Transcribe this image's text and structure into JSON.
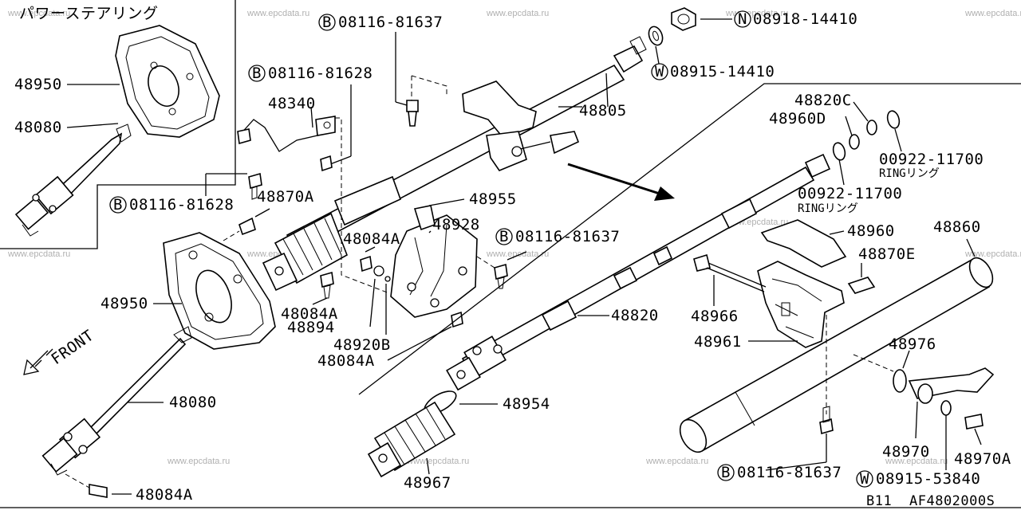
{
  "watermark": "www.epcdata.ru",
  "inset_title": "パワーステアリング",
  "front_label": "FRONT",
  "footer": {
    "model": "B11",
    "code": "AF4802000S"
  },
  "callouts": {
    "c48950_top": "48950",
    "c48080_top": "48080",
    "c48340": "48340",
    "c48870a": "48870A",
    "c48084a_mid": "48084A",
    "c48928": "48928",
    "c48955": "48955",
    "c48084a_left": "48084A",
    "c48894": "48894",
    "c48920b": "48920B",
    "c48084a_low": "48084A",
    "c48950_low": "48950",
    "c48080_low": "48080",
    "c48084a_bottom": "48084A",
    "c48805": "48805",
    "c48820": "48820",
    "c48954": "48954",
    "c48967": "48967",
    "c48820c": "48820C",
    "c48960d": "48960D",
    "c48960": "48960",
    "c48870e": "48870E",
    "c48860": "48860",
    "c48966": "48966",
    "c48961": "48961",
    "c48976": "48976",
    "c48970": "48970",
    "c48970a": "48970A"
  },
  "prefixed_callouts": {
    "b_top": {
      "prefix": "B",
      "code": "08116-81637"
    },
    "b_48628_top": {
      "prefix": "B",
      "code": "08116-81628"
    },
    "b_48628_left": {
      "prefix": "B",
      "code": "08116-81628"
    },
    "b_mid": {
      "prefix": "B",
      "code": "08116-81637"
    },
    "b_bottom": {
      "prefix": "B",
      "code": "08116-81637"
    },
    "n_top": {
      "prefix": "N",
      "code": "08918-14410"
    },
    "w_top": {
      "prefix": "W",
      "code": "08915-14410"
    },
    "w_bottom": {
      "prefix": "W",
      "code": "08915-53840"
    }
  },
  "rings": {
    "ring1_code": "00922-11700",
    "ring1_name": "RINGリング",
    "ring2_code": "00922-11700",
    "ring2_name": "RINGリング"
  }
}
